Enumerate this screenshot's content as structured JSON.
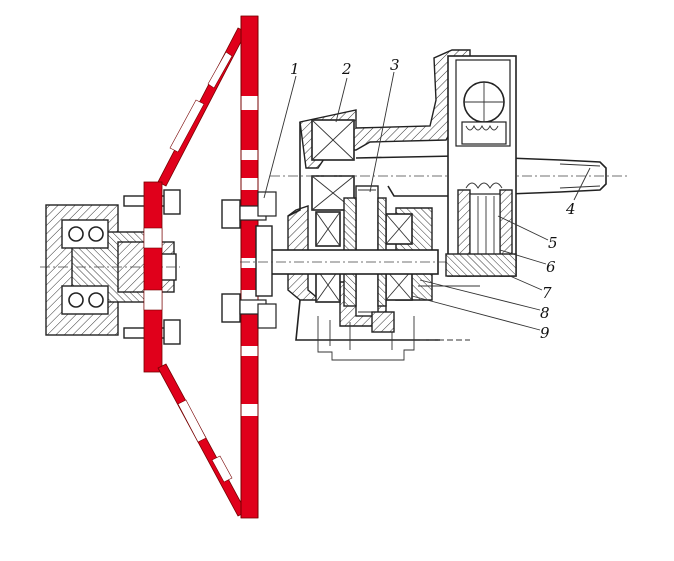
{
  "colors": {
    "wheel_red": "#e0001b",
    "ink": "#222222",
    "background": "#ffffff"
  },
  "callouts": [
    {
      "id": "1",
      "label": "1"
    },
    {
      "id": "2",
      "label": "2"
    },
    {
      "id": "3",
      "label": "3"
    },
    {
      "id": "4",
      "label": "4"
    },
    {
      "id": "5",
      "label": "5"
    },
    {
      "id": "6",
      "label": "6"
    },
    {
      "id": "7",
      "label": "7"
    },
    {
      "id": "8",
      "label": "8"
    },
    {
      "id": "9",
      "label": "9"
    }
  ]
}
